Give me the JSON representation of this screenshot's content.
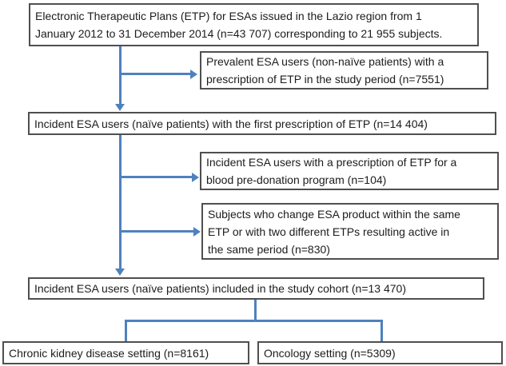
{
  "figure_type": "study-flowchart",
  "boxes": {
    "etp_total": {
      "lines": [
        "Electronic Therapeutic Plans (ETP) for ESAs issued in the Lazio region from 1",
        "January 2012 to 31 December 2014 (n=43 707) corresponding to 21 955 subjects."
      ],
      "n_plans": "43 707",
      "n_subjects": "21 955"
    },
    "prevalent_users": {
      "lines": [
        "Prevalent  ESA users (non-naïve patients) with a",
        "prescription of ETP in the study period (n=7551)"
      ],
      "n": "7551"
    },
    "incident_first_prescription": {
      "lines": [
        "Incident ESA users (naïve patients) with the first prescription of ETP (n=14 404)"
      ],
      "n": "14 404"
    },
    "blood_pre_donation": {
      "lines": [
        "Incident ESA users with a prescription of ETP for a",
        "blood pre-donation program (n=104)"
      ],
      "n": "104"
    },
    "esa_product_change": {
      "lines": [
        "Subjects who change ESA product within the same",
        "ETP or with two different ETPs resulting active in",
        "the same period (n=830)"
      ],
      "n": "830"
    },
    "study_cohort": {
      "lines": [
        "Incident ESA users (naïve patients) included in the study cohort (n=13 470)"
      ],
      "n": "13 470"
    },
    "ckd_setting": {
      "lines": [
        "Chronic kidney disease setting (n=8161)"
      ],
      "n": "8161"
    },
    "oncology_setting": {
      "lines": [
        "Oncology setting (n=5309)"
      ],
      "n": "5309"
    }
  },
  "colors": {
    "connector_blue": "#4f81bd",
    "box_border_gray": "#4f4f4f",
    "text_black": "#1c1c1c",
    "background": "#ffffff"
  }
}
